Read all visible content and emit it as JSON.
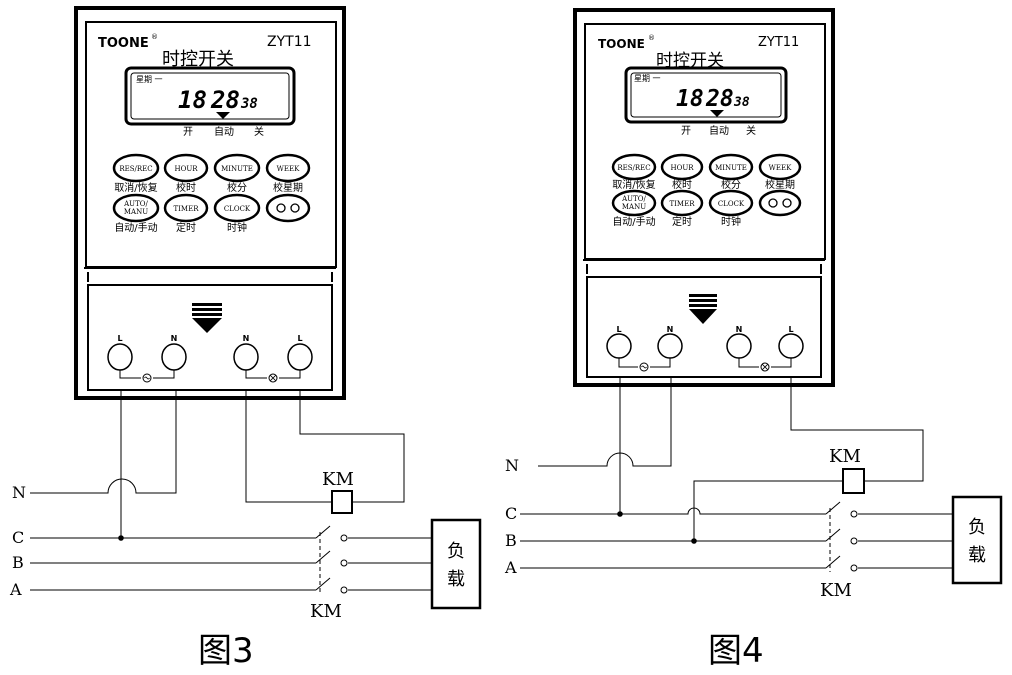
{
  "devices": [
    {
      "brand": "TOONE",
      "brand_mark": "®",
      "model": "ZYT11",
      "title": "时控开关",
      "lcd": {
        "weekday": "星期 一",
        "time": "18:28",
        "hours": "18",
        "minutes": "28",
        "seconds": "38",
        "mode_labels": [
          "开",
          "自动",
          "关"
        ]
      },
      "buttons": [
        {
          "label": "RES/REC",
          "caption": "取消/恢复"
        },
        {
          "label": "HOUR",
          "caption": "校时"
        },
        {
          "label": "MINUTE",
          "caption": "校分"
        },
        {
          "label": "WEEK",
          "caption": "校星期"
        },
        {
          "label": "AUTO/\nMANU",
          "label1": "AUTO/",
          "label2": "MANU",
          "caption": "自动/手动"
        },
        {
          "label": "TIMER",
          "caption": "定时"
        },
        {
          "label": "CLOCK",
          "caption": "时钟"
        },
        {
          "label": "",
          "caption": ""
        }
      ],
      "terminals": [
        "L",
        "N",
        "N",
        "L"
      ],
      "input_symbol": "~",
      "output_symbol": "⊗"
    },
    {
      "brand": "TOONE",
      "brand_mark": "®",
      "model": "ZYT11",
      "title": "时控开关",
      "lcd": {
        "weekday": "星期 一",
        "hours": "18",
        "minutes": "28",
        "seconds": "38",
        "mode_labels": [
          "开",
          "自动",
          "关"
        ]
      },
      "buttons": [
        {
          "label": "RES/REC",
          "caption": "取消/恢复"
        },
        {
          "label": "HOUR",
          "caption": "校时"
        },
        {
          "label": "MINUTE",
          "caption": "校分"
        },
        {
          "label": "WEEK",
          "caption": "校星期"
        },
        {
          "label1": "AUTO/",
          "label2": "MANU",
          "caption": "自动/手动"
        },
        {
          "label": "TIMER",
          "caption": "定时"
        },
        {
          "label": "CLOCK",
          "caption": "时钟"
        },
        {
          "label": "",
          "caption": ""
        }
      ],
      "terminals": [
        "L",
        "N",
        "N",
        "L"
      ]
    }
  ],
  "figure3": {
    "lines": [
      "N",
      "C",
      "B",
      "A"
    ],
    "contactor_top": "KM",
    "contactor_bottom": "KM",
    "load": [
      "负",
      "载"
    ],
    "caption": "图3"
  },
  "figure4": {
    "lines": [
      "N",
      "C",
      "B",
      "A"
    ],
    "contactor_top": "KM",
    "contactor_bottom": "KM",
    "load": [
      "负",
      "载"
    ],
    "caption": "图4"
  }
}
